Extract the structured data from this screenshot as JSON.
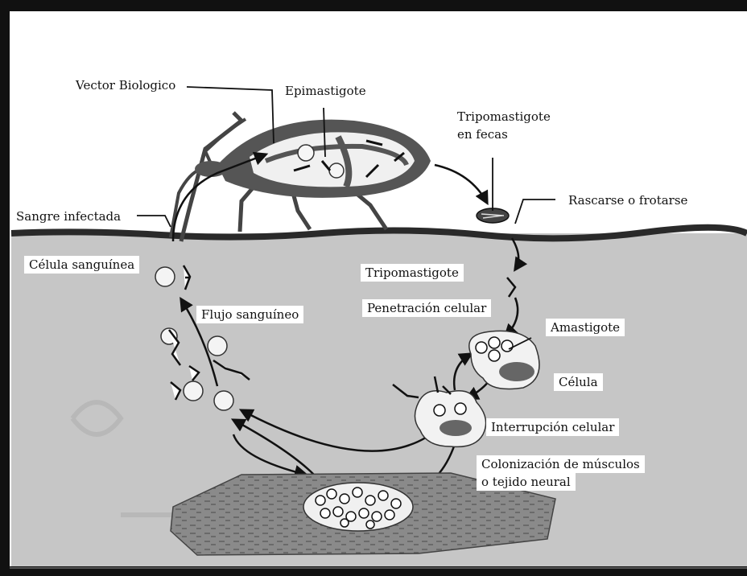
{
  "labels": {
    "vector": "Vector Biologico",
    "epimastigote": "Epimastigote",
    "tripo_fecas_1": "Tripomastigote",
    "tripo_fecas_2": "en fecas",
    "rascarse": "Rascarse o frotarse",
    "sangre": "Sangre infectada",
    "celula_sanguinea": "Célula sanguínea",
    "flujo": "Flujo sanguíneo",
    "tripomastigote": "Tripomastigote",
    "penetracion": "Penetración celular",
    "amastigote": "Amastigote",
    "celula": "Célula",
    "interrupcion": "Interrupción celular",
    "colonizacion_1": "Colonización de músculos",
    "colonizacion_2": "o tejido neural"
  },
  "colors": {
    "frame": "#111111",
    "skin": "#c8c8c8",
    "surface": "#333333",
    "organism": "#222222",
    "cell": "#f2f2f2",
    "tissue": "#7a7a7a"
  }
}
